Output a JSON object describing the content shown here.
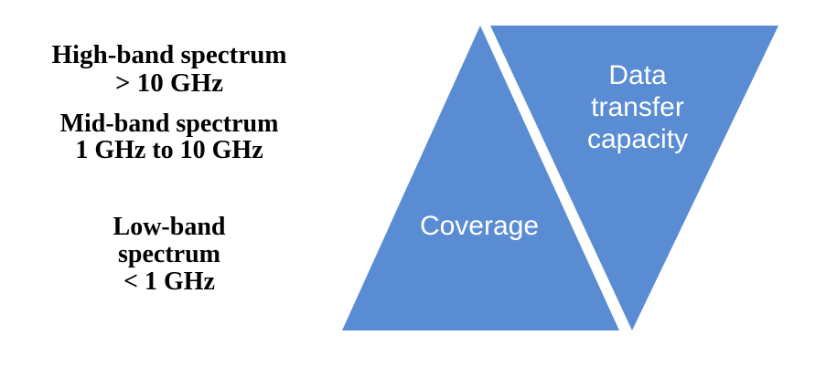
{
  "page": {
    "background_color": "#ffffff"
  },
  "spectrum_labels": {
    "high_band": {
      "lines": [
        "High-band spectrum",
        "> 10 GHz"
      ]
    },
    "mid_band": {
      "lines": [
        "Mid-band spectrum",
        "1 GHz to 10 GHz"
      ]
    },
    "low_band": {
      "lines": [
        "Low-band",
        "spectrum",
        "< 1 GHz"
      ]
    }
  },
  "diagram": {
    "triangle_fill": "#5A8CD4",
    "divider_color": "#ffffff",
    "label_color": "#ffffff",
    "coverage": {
      "label": "Coverage"
    },
    "capacity": {
      "lines": [
        "Data",
        "transfer",
        "capacity"
      ]
    }
  }
}
